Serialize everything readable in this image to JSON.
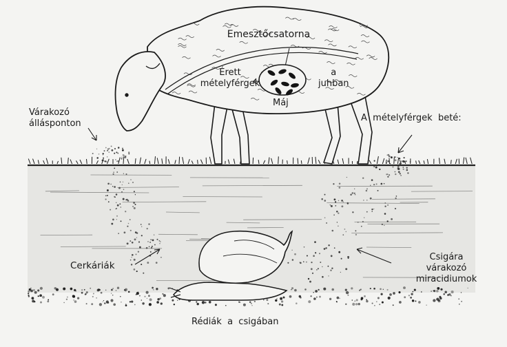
{
  "figure": {
    "labels": {
      "digestive_tract": "Emesztőcsatorna",
      "adult_flukes": "Érett\nmételyférgek",
      "in_sheep": "a\njuhban",
      "liver": "Máj",
      "waiting_position": "Várakozó\nállásponton",
      "fluke_eggs": "A  mételyférgek  beté:",
      "cercariae": "Cerkáriák",
      "miracidia_waiting": "Csigára\nvárakozó\nmiracidiumok",
      "rediae_in_snail": "Rédiák  a  csigában"
    }
  }
}
